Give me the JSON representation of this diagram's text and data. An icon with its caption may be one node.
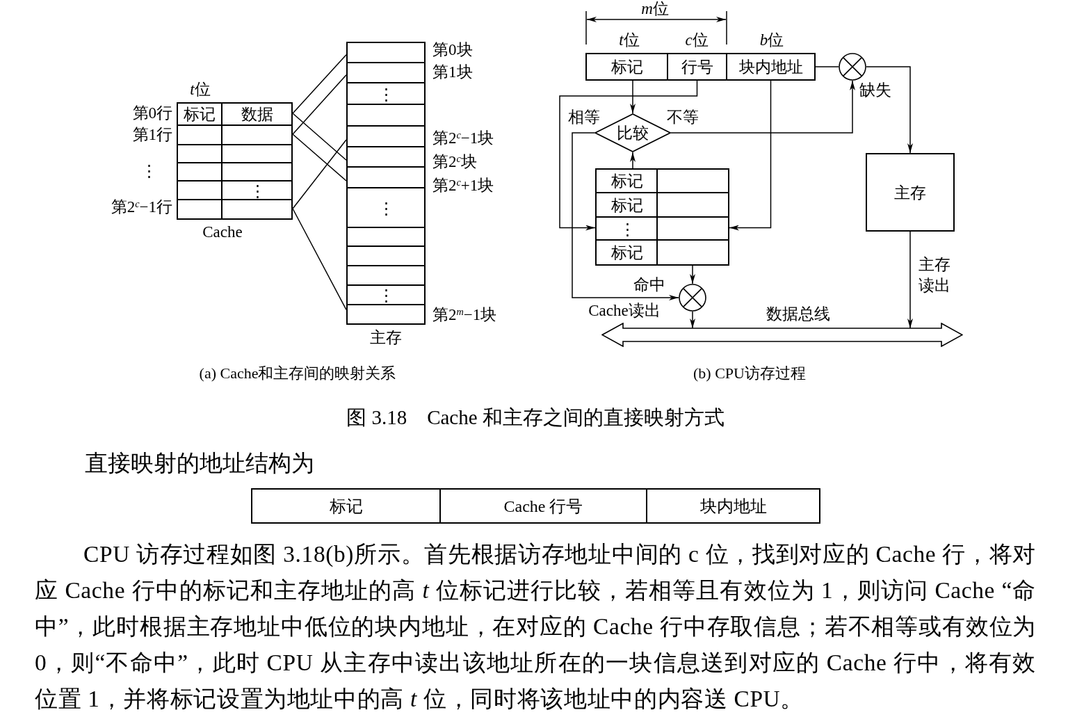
{
  "diagram": {
    "caption": "图 3.18　Cache 和主存之间的直接映射方式",
    "nodes": [
      {
        "text": [],
        "shape": "box",
        "beside": [
          "Cache"
        ]
      },
      {
        "text": [
          "标记",
          "数据"
        ],
        "in": 0,
        "beside": [
          "第0行"
        ]
      },
      {
        "text": [],
        "shape": "box",
        "in": 0,
        "beside": [
          "第1行"
        ]
      },
      {
        "text": [],
        "shape": "box",
        "in": 0
      },
      {
        "text": [],
        "shape": "box",
        "in": 0
      },
      {
        "text": [
          "⋮"
        ],
        "in": 0
      },
      {
        "text": [],
        "shape": "box",
        "in": 0,
        "beside": [
          "第2$^{c}$−1行"
        ]
      },
      {
        "text": [],
        "shape": "box",
        "beside": [
          "主存"
        ]
      },
      {
        "text": [],
        "shape": "box",
        "in": 7,
        "beside": [
          "第0块"
        ]
      },
      {
        "text": [],
        "shape": "box",
        "in": 7,
        "beside": [
          "第1块"
        ]
      },
      {
        "text": [
          "⋮"
        ],
        "in": 7
      },
      {
        "text": [],
        "shape": "box",
        "in": 7
      },
      {
        "text": [],
        "shape": "box",
        "in": 7,
        "beside": [
          "第2$^{c}$−1块"
        ]
      },
      {
        "text": [],
        "shape": "box",
        "in": 7,
        "beside": [
          "第2$^{c}$块"
        ]
      },
      {
        "text": [],
        "shape": "box",
        "in": 7,
        "beside": [
          "第2$^{c}$+1块"
        ]
      },
      {
        "text": [
          "⋮"
        ],
        "in": 7
      },
      {
        "text": [],
        "shape": "box",
        "in": 7
      },
      {
        "text": [],
        "shape": "box",
        "in": 7
      },
      {
        "text": [],
        "shape": "box",
        "in": 7
      },
      {
        "text": [
          "⋮"
        ],
        "in": 7
      },
      {
        "text": [],
        "shape": "box",
        "in": 7,
        "beside": [
          "第2$^{m}$−1块"
        ]
      },
      {
        "text": [
          "标记"
        ]
      },
      {
        "text": [
          "行号"
        ]
      },
      {
        "text": [
          "块内地址"
        ]
      },
      {
        "text": [],
        "shape": "circle",
        "beside": [
          "缺失"
        ]
      },
      {
        "text": [
          "比较"
        ]
      },
      {
        "text": [],
        "shape": "box"
      },
      {
        "text": [
          "标记"
        ],
        "in": 26
      },
      {
        "text": [
          "标记"
        ],
        "in": 26
      },
      {
        "text": [
          "⋮"
        ],
        "in": 26
      },
      {
        "text": [
          "标记"
        ],
        "in": 26
      },
      {
        "text": [
          "主存"
        ]
      },
      {
        "text": [],
        "shape": "circle",
        "beside": [
          "命中",
          "Cache读出"
        ]
      },
      {
        "text": [],
        "shape": "arrow",
        "beside": [
          "数据总线"
        ]
      }
    ],
    "edges": [
      {
        "from": 1,
        "to": 8,
        "arrow": "none"
      },
      {
        "from": 1,
        "to": 13,
        "arrow": "none"
      },
      {
        "from": 2,
        "to": 9,
        "arrow": "none"
      },
      {
        "from": 2,
        "to": 14,
        "arrow": "none"
      },
      {
        "from": 6,
        "to": 12,
        "arrow": "none"
      },
      {
        "from": 6,
        "to": 20,
        "arrow": "none"
      },
      {
        "from": 21,
        "to": 25,
        "arrow": "to"
      },
      {
        "from": 22,
        "to": 29,
        "arrow": "to"
      },
      {
        "from": 23,
        "to": 29,
        "arrow": "to"
      },
      {
        "from": 27,
        "to": 25,
        "arrow": "to"
      },
      {
        "from": 25,
        "to": 24,
        "arrow": "to",
        "label": "不等"
      },
      {
        "from": 25,
        "to": 32,
        "arrow": "to",
        "label": "相等"
      },
      {
        "from": 23,
        "to": 24,
        "arrow": "none"
      },
      {
        "from": 24,
        "to": 31,
        "arrow": "to"
      },
      {
        "from": 26,
        "to": 32,
        "arrow": "to"
      },
      {
        "from": 32,
        "to": 33,
        "arrow": "to"
      },
      {
        "from": 31,
        "to": 33,
        "arrow": "to",
        "label": "主存读出"
      }
    ],
    "labels": [
      "t位",
      "⋮",
      "m位",
      "t位",
      "c位",
      "b位",
      "(a) Cache和主存间的映射关系",
      "(b) CPU访存过程",
      "直接映射的地址结构为",
      "标记",
      "Cache 行号",
      "块内地址",
      "CPU 访存过程如图 3.18(b)所示。首先根据访存地址中间的 c 位，找到对应的 Cache 行，将对应 Cache 行中的标记和主存地址的高 *t* 位标记进行比较，若相等且有效位为 1，则访问 Cache “命中”，此时根据主存地址中低位的块内地址，在对应的 Cache 行中存取信息；若不相等或有效位为 0，则“不命中”，此时 CPU 从主存中读出该地址所在的一块信息送到对应的 Cache 行中，将有效位置 1，并将标记设置为地址中的高 *t* 位，同时将该地址中的内容送 CPU。"
    ]
  }
}
